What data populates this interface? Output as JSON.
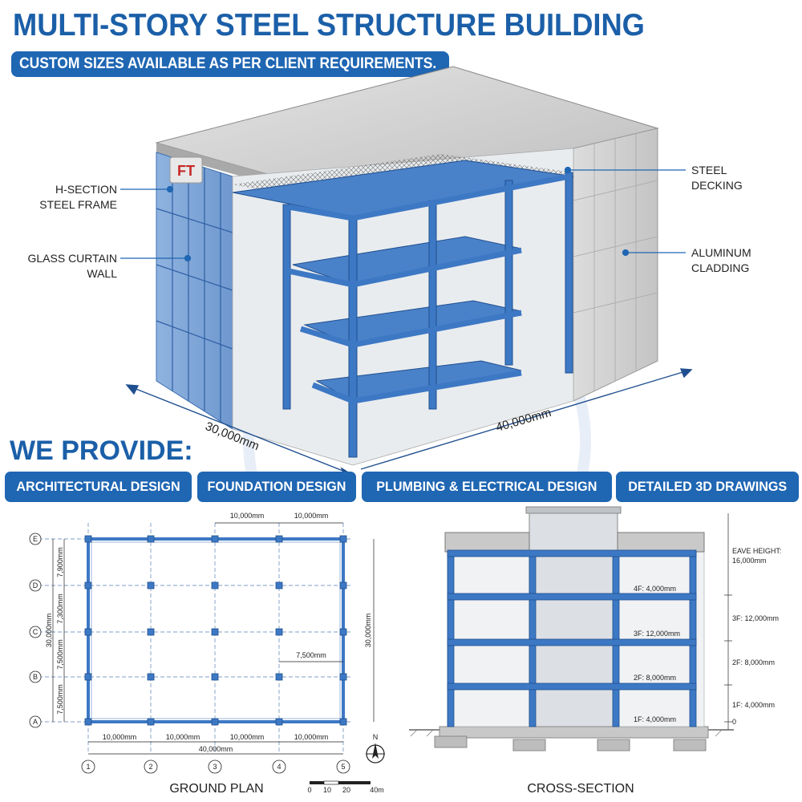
{
  "title": "MULTI-STORY STEEL STRUCTURE BUILDING",
  "subtitle": "CUSTOM SIZES AVAILABLE AS PER CLIENT REQUIREMENTS.",
  "logo_text": "FT",
  "callouts": {
    "frame_1": "H-SECTION",
    "frame_2": "STEEL FRAME",
    "glass_1": "GLASS CURTAIN",
    "glass_2": "WALL",
    "decking_1": "STEEL",
    "decking_2": "DECKING",
    "cladding_1": "ALUMINUM",
    "cladding_2": "CLADDING"
  },
  "dims_3d": {
    "depth": "30,000mm",
    "length": "40,000mm"
  },
  "provide_heading": "WE PROVIDE:",
  "services": [
    "ARCHITECTURAL DESIGN",
    "FOUNDATION DESIGN",
    "PLUMBING & ELECTRICAL DESIGN",
    "DETAILED 3D DRAWINGS"
  ],
  "ground_plan": {
    "label": "GROUND PLAN",
    "rows": [
      "E",
      "D",
      "C",
      "B",
      "A"
    ],
    "cols": [
      "1",
      "2",
      "3",
      "4",
      "5"
    ],
    "row_spacings": [
      "7,900mm",
      "7,300mm",
      "7,500mm",
      "7,500mm"
    ],
    "col_spacings": [
      "10,000mm",
      "10,000mm",
      "10,000mm",
      "10,000mm"
    ],
    "top_spacings": [
      "10,000mm",
      "10,000mm"
    ],
    "total_width": "40,000mm",
    "total_depth": "30,000mm",
    "total_depth_right": "30,000mm",
    "inner_dim": "7,500mm",
    "north": "N",
    "scale_ticks": [
      "0",
      "10",
      "20",
      "40m"
    ]
  },
  "cross_section": {
    "label": "CROSS-SECTION",
    "eave_1": "EAVE HEIGHT:",
    "eave_2": "16,000mm",
    "inner_floors": [
      "4F: 4,000mm",
      "3F: 12,000mm",
      "2F: 8,000mm",
      "1F: 4,000mm"
    ],
    "right_floors": [
      "3F: 12,000mm",
      "2F: 8,000mm",
      "1F: 4,000mm"
    ],
    "zero": "0"
  },
  "colors": {
    "brand_blue": "#1f66b3",
    "steel_blue": "#3d78c4",
    "dark_blue": "#1b5fa8"
  }
}
